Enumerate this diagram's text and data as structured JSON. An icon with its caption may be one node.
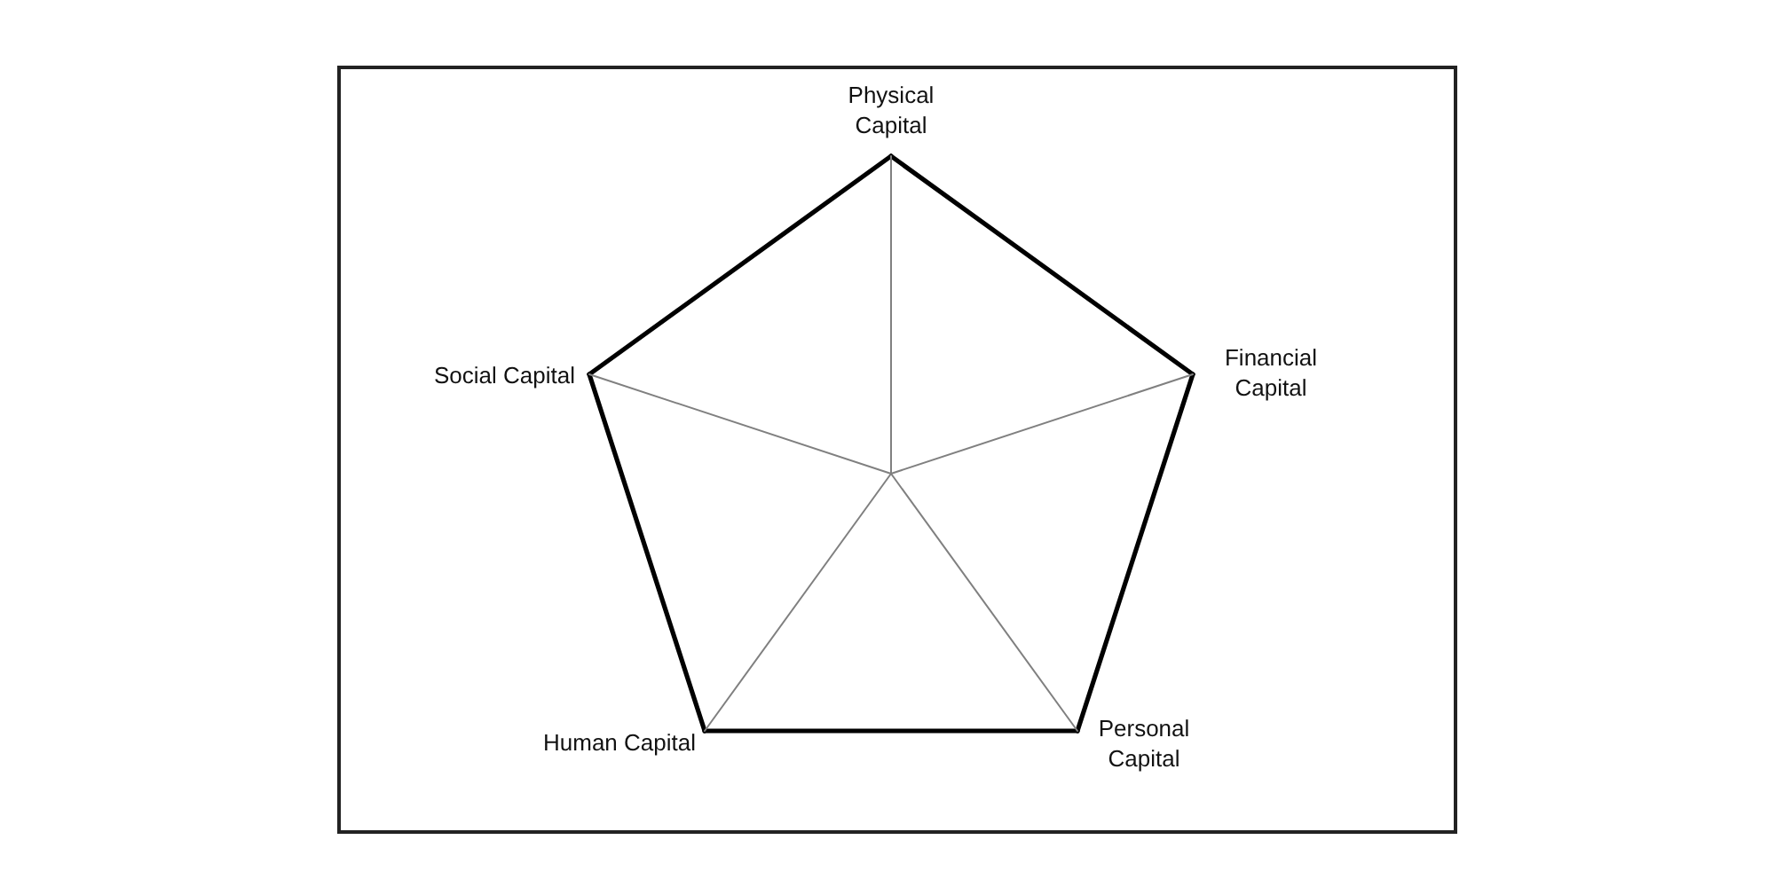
{
  "diagram": {
    "nodes": [
      {
        "text": [
          "Physical Capital"
        ]
      },
      {
        "text": [
          "Social Capital"
        ]
      },
      {
        "text": [
          "Financial Capital"
        ]
      },
      {
        "text": [
          "Human Capital"
        ]
      },
      {
        "text": [
          "Personal Capital"
        ]
      }
    ],
    "edges": [
      {
        "from": 0,
        "to": 2,
        "arrow": "none",
        "style": "thick"
      },
      {
        "from": 2,
        "to": 4,
        "arrow": "none",
        "style": "thick"
      },
      {
        "from": 4,
        "to": 3,
        "arrow": "none",
        "style": "thick"
      },
      {
        "from": 3,
        "to": 1,
        "arrow": "none",
        "style": "thick"
      },
      {
        "from": 1,
        "to": 0,
        "arrow": "none",
        "style": "thick"
      },
      {
        "from": null,
        "to": 0,
        "arrow": "none",
        "color": "#808080"
      },
      {
        "from": null,
        "to": 1,
        "arrow": "none",
        "color": "#808080"
      },
      {
        "from": null,
        "to": 2,
        "arrow": "none",
        "color": "#808080"
      },
      {
        "from": null,
        "to": 3,
        "arrow": "none",
        "color": "#808080"
      },
      {
        "from": null,
        "to": 4,
        "arrow": "none",
        "color": "#808080"
      }
    ]
  }
}
